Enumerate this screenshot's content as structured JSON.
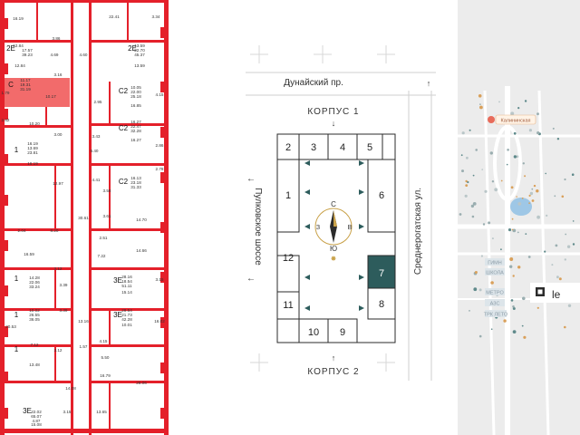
{
  "floorplan": {
    "areas": [
      "16.19",
      "22.41",
      "3.34",
      "3.86",
      "12.84",
      "17.57",
      "39.23",
      "13.59",
      "22.70",
      "45.37",
      "4.69",
      "4.60",
      "12.84",
      "13.59",
      "11.17",
      "19.31",
      "31.19",
      "10.05",
      "22.00",
      "25.18",
      "4.15",
      "10.17",
      "3.16",
      "1.79",
      "16.85",
      "2.95",
      "10.20",
      "2.62",
      "16.27",
      "22.47",
      "32.28",
      "3.00",
      "3.43",
      "16.27",
      "2.86",
      "16.19",
      "13.69",
      "23.81",
      "6.40",
      "16.19",
      "2.78",
      "16.13",
      "23.18",
      "31.33",
      "12.97",
      "4.41",
      "3.58",
      "14.70",
      "30.61",
      "3.61",
      "2.04",
      "8.20",
      "14.66",
      "2.51",
      "7.22",
      "16.59",
      "3.12",
      "14.28",
      "22.06",
      "33.24",
      "28.16",
      "18.54",
      "51.11",
      "3.15",
      "3.39",
      "15.14",
      "10.02",
      "26.55",
      "36.05",
      "28.54",
      "21.73",
      "42.28",
      "3.39",
      "16.02",
      "20.53",
      "13.16",
      "10.01",
      "7.12",
      "4.15",
      "3.12",
      "1.57",
      "5.50",
      "16.79",
      "13.48",
      "14.08",
      "28.06",
      "22.02",
      "65.07",
      "4.87",
      "3.15",
      "13.65",
      "15.08"
    ],
    "unit_types": [
      "2Е",
      "2Е",
      "С",
      "С2",
      "С2",
      "1",
      "С2",
      "1",
      "3Е",
      "1",
      "3Е",
      "1",
      "3Е"
    ],
    "selected_unit": "С"
  },
  "scheme": {
    "street_top": "Дунайский пр.",
    "street_left": "Пулковское шоссе",
    "street_right": "Среднерогатская ул.",
    "korpus_top": "КОРПУС 1",
    "korpus_bottom": "КОРПУС 2",
    "sections": [
      "1",
      "2",
      "3",
      "4",
      "5",
      "6",
      "7",
      "8",
      "9",
      "10",
      "11",
      "12"
    ],
    "selected_section": "7",
    "compass_north": "С",
    "compass_south": "Ю",
    "compass_west": "З",
    "compass_east": "В"
  },
  "map": {
    "pin_label": "Калининская",
    "landmarks": [
      "ГИМН",
      "ШКОЛА",
      "МЕТРО",
      "АЗС",
      "ТРК ЛЕТО"
    ],
    "logo_text": "le"
  },
  "colors": {
    "plan_red": "#e4202a",
    "selected_red": "#f26b6b",
    "selected_section": "#2d5c5c",
    "gold": "#c9a24a"
  }
}
